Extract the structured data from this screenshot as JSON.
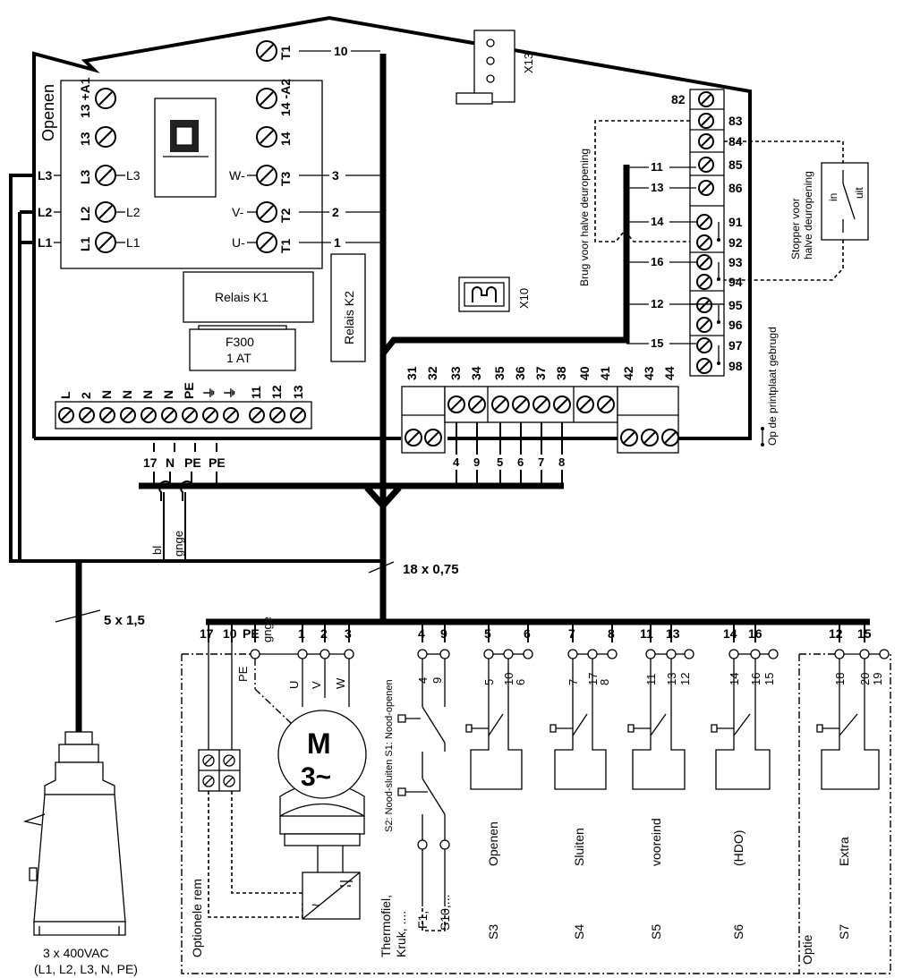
{
  "board": {
    "openen": "Openen",
    "contactor_left_labels": [
      "13 +A1",
      "13",
      "L3",
      "L2",
      "L1"
    ],
    "contactor_right_labels": [
      "14 -A2",
      "14",
      "W-",
      "T3",
      "V-",
      "T2",
      "U-",
      "T1"
    ],
    "terminal_t1_top": "T1",
    "wire_10": "10",
    "phase_left": [
      "L3",
      "L2",
      "L1"
    ],
    "phase_right": [
      "L3",
      "L2",
      "L1"
    ],
    "out_numbers": [
      "3",
      "2",
      "1"
    ],
    "relais_k1": "Relais K1",
    "relais_k2": "Relais K2",
    "fuse_name": "F300",
    "fuse_value": "1 AT",
    "x13": "X13",
    "x10": "X10",
    "bottom_terminals": [
      "L",
      "2",
      "N",
      "N",
      "N",
      "N",
      "PE",
      "⏚",
      "⏚",
      "11",
      "12",
      "13"
    ],
    "below_terminals": [
      "17",
      "N",
      "PE",
      "PE"
    ],
    "wire_bl": "bl",
    "wire_gnge": "gnge",
    "mid_terminals": [
      "31",
      "32",
      "33",
      "34",
      "35",
      "36",
      "37",
      "38",
      "40",
      "41",
      "42",
      "43",
      "44"
    ],
    "mid_wires": [
      "4",
      "9",
      "5",
      "6",
      "7",
      "8"
    ],
    "right_terminals": [
      "82",
      "83",
      "84",
      "85",
      "86",
      "91",
      "92",
      "93",
      "94",
      "95",
      "96",
      "97",
      "98"
    ],
    "right_wires": [
      "11",
      "13",
      "14",
      "16",
      "12",
      "15"
    ],
    "brug_label": "Brug voor halve deuropening",
    "stopper_label_1": "Stopper voor",
    "stopper_label_2": "halve deuropening",
    "switch_in": "in",
    "switch_uit": "uit",
    "printplaat_label": "Op de printplaat gebrugd"
  },
  "cables": {
    "power_cable": "5 x 1,5",
    "control_cable": "18 x 0,75"
  },
  "field": {
    "bus_labels": [
      "17",
      "10",
      "PE",
      "gnge",
      "1",
      "2",
      "3",
      "4",
      "9",
      "5",
      "6",
      "7",
      "8",
      "11",
      "13",
      "14",
      "16",
      "12",
      "15"
    ],
    "motor_pe": "PE",
    "motor_uvw": [
      "U",
      "V",
      "W"
    ],
    "motor_m": "M",
    "motor_phase": "3~",
    "brake_label": "Optionele rem",
    "thermo_label_1": "Thermofiel,",
    "thermo_label_2": "Kruk, ....",
    "nood_label": "S2: Nood-sluiten  S1: Nood-openen",
    "nood_contacts": [
      "4",
      "9"
    ],
    "f1_label": "F1,",
    "s10_label": "S10,...",
    "switches": [
      {
        "contacts": [
          "5",
          "10",
          "6"
        ],
        "name": "S3",
        "desc": "Openen"
      },
      {
        "contacts": [
          "7",
          "17",
          "8"
        ],
        "name": "S4",
        "desc": "Sluiten"
      },
      {
        "contacts": [
          "11",
          "13",
          "12"
        ],
        "name": "S5",
        "desc": "vooreind"
      },
      {
        "contacts": [
          "14",
          "16",
          "15"
        ],
        "name": "S6",
        "desc": "(HDO)"
      },
      {
        "contacts": [
          "18",
          "20",
          "19"
        ],
        "name": "S7",
        "desc": "Extra"
      }
    ],
    "optie_label": "Optie"
  },
  "supply": {
    "line1": "3 x 400VAC",
    "line2": "(L1, L2, L3, N, PE)"
  }
}
